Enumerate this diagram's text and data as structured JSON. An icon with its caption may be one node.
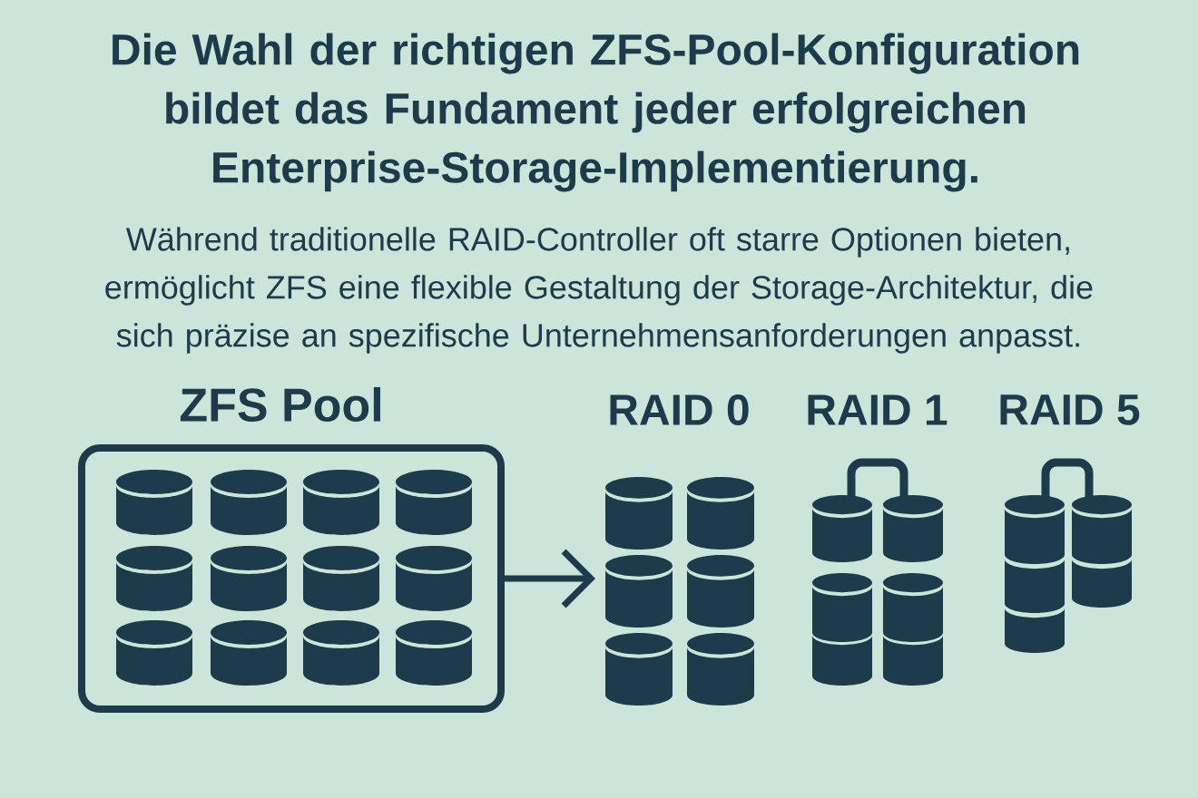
{
  "diagram": {
    "title": "Die Wahl der richtigen ZFS-Pool-Konfiguration bildet das Fundament jeder erfolgreichen Enterprise-Storage-Implementierung.",
    "nodes": [
      {
        "text": [
          "ZFS Pool"
        ]
      },
      {
        "text": [
          "RAID 0"
        ]
      },
      {
        "text": [
          "RAID 1"
        ]
      },
      {
        "text": [
          "RAID 5"
        ]
      }
    ],
    "edges": [
      {
        "from": 0,
        "to": 1,
        "arrow": "to"
      }
    ],
    "labels": [
      "Während traditionelle RAID-Controller oft starre Optionen bieten, ermöglicht ZFS eine flexible Gestaltung der Storage-Architektur, die sich präzise an spezifische Unternehmensanforderungen anpasst."
    ]
  }
}
